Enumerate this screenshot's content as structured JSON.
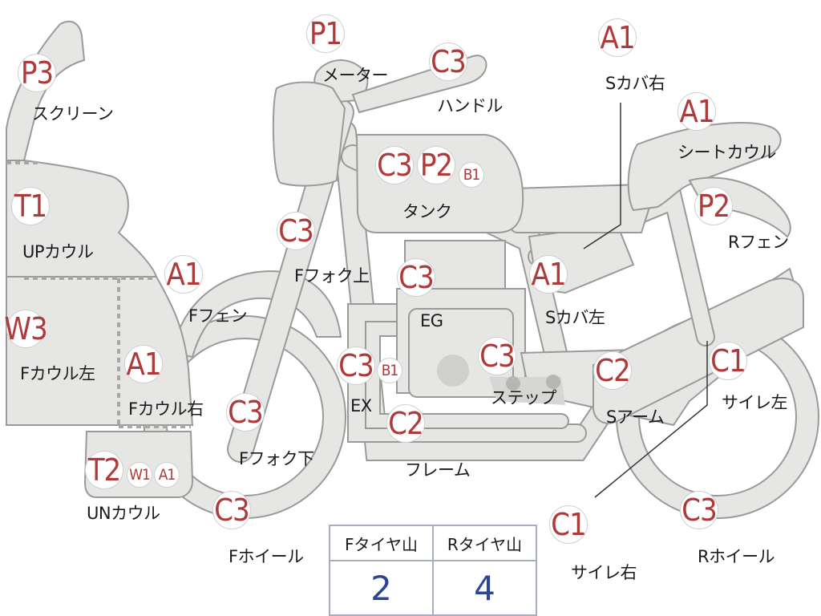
{
  "badges": {
    "p1_meter": "P1",
    "c3_handle": "C3",
    "a1_scover_r": "A1",
    "p3_screen": "P3",
    "a1_seat": "A1",
    "c3_tank": "C3",
    "p2_tank": "P2",
    "b1_tank": "B1",
    "t1_upcowl": "T1",
    "p2_rfender": "P2",
    "c3_ffork_upper": "C3",
    "a1_ffender": "A1",
    "c3_eg": "C3",
    "a1_scover_l": "A1",
    "w3_fcowl_l": "W3",
    "c3_ex": "C3",
    "b1_ex": "B1",
    "c3_step": "C3",
    "c2_sarm": "C2",
    "c1_silencer_l": "C1",
    "a1_fcowl_r": "A1",
    "c3_ffork_lower": "C3",
    "c2_frame": "C2",
    "t2_uncowl": "T2",
    "w1_uncowl": "W1",
    "a1_uncowl": "A1",
    "c3_fwheel": "C3",
    "c1_silencer_r": "C1",
    "c3_rwheel": "C3"
  },
  "labels": {
    "meter": "メーター",
    "handle": "ハンドル",
    "scover_r": "Sカバ右",
    "screen": "スクリーン",
    "seat": "シートカウル",
    "tank": "タンク",
    "upcowl": "UPカウル",
    "rfender": "Rフェン",
    "ffork_upper": "Fフォク上",
    "ffender": "Fフェン",
    "eg": "EG",
    "scover_l": "Sカバ左",
    "fcowl_l": "Fカウル左",
    "ex": "EX",
    "step": "ステップ",
    "sarm": "Sアーム",
    "silencer_l": "サイレ左",
    "fcowl_r": "Fカウル右",
    "ffork_lower": "Fフォク下",
    "frame": "フレーム",
    "uncowl": "UNカウル",
    "fwheel": "Fホイール",
    "silencer_r": "サイレ右",
    "rwheel": "Rホイール"
  },
  "tire_table": {
    "front_header": "Fタイヤ山",
    "rear_header": "Rタイヤ山",
    "front_value": "2",
    "rear_value": "4"
  },
  "colors": {
    "badge_text": "#b0393a",
    "value_text": "#2b4694",
    "part_fill": "#e6e6e4",
    "part_stroke": "#9a9a98"
  }
}
